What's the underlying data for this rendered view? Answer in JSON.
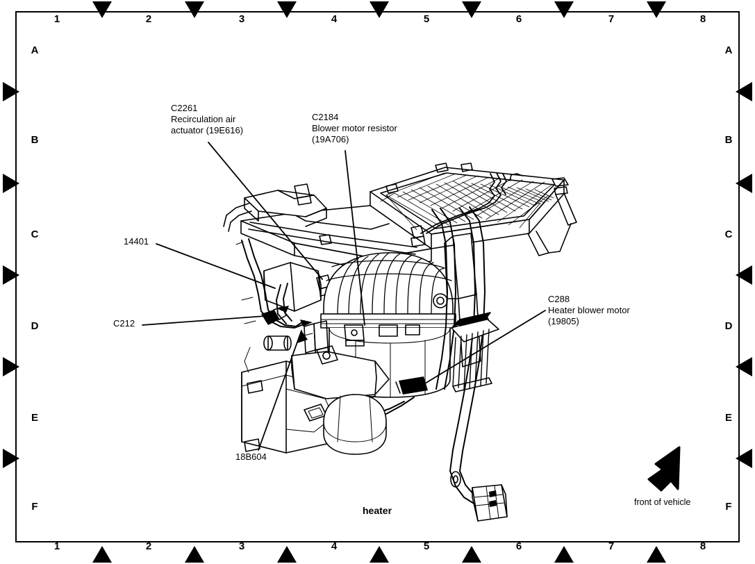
{
  "figure": {
    "caption": "heater",
    "orientation_note": "front of vehicle",
    "orientation_icon": "north-west-arrow-icon"
  },
  "frame": {
    "columns_top": [
      "1",
      "2",
      "3",
      "4",
      "5",
      "6",
      "7",
      "8"
    ],
    "columns_bottom": [
      "1",
      "2",
      "3",
      "4",
      "5",
      "6",
      "7",
      "8"
    ],
    "rows_left": [
      "A",
      "B",
      "C",
      "D",
      "E",
      "F"
    ],
    "rows_right": [
      "A",
      "B",
      "C",
      "D",
      "E",
      "F"
    ]
  },
  "callouts": [
    {
      "id": "c2261",
      "code": "C2261",
      "description": "Recirculation air\nactuator (19E616)",
      "text": "C2261\nRecirculation air\nactuator (19E616)"
    },
    {
      "id": "c2184",
      "code": "C2184",
      "description": "Blower motor resistor\n(19A706)",
      "text": "C2184\nBlower motor resistor\n(19A706)"
    },
    {
      "id": "c288",
      "code": "C288",
      "description": "Heater blower motor\n(19805)",
      "text": "C288\nHeater blower motor\n(19805)"
    },
    {
      "id": "part-14401",
      "code": "14401",
      "description": "",
      "text": "14401"
    },
    {
      "id": "c212",
      "code": "C212",
      "description": "",
      "text": "C212"
    },
    {
      "id": "part-18b604",
      "code": "18B604",
      "description": "",
      "text": "18B604"
    }
  ],
  "colors": {
    "ink": "#000000",
    "paper": "#ffffff"
  }
}
